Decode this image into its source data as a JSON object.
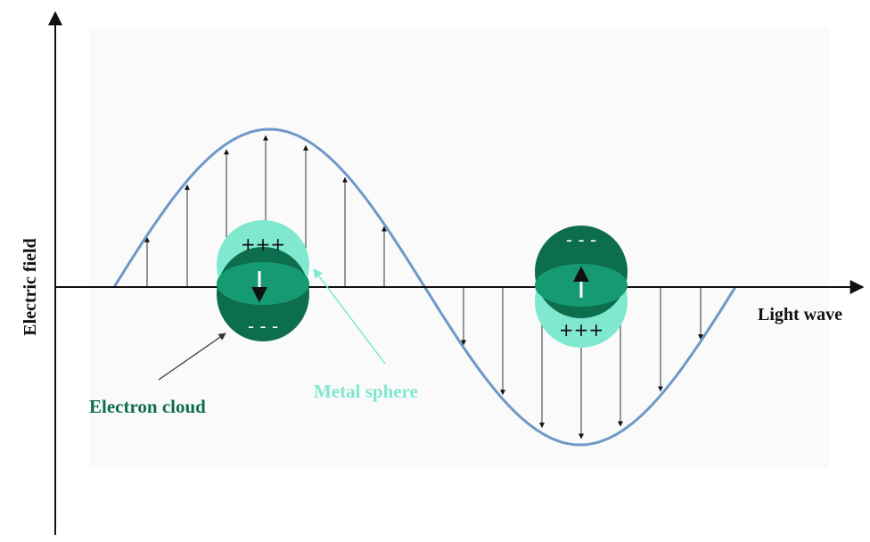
{
  "labels": {
    "y_axis": "Electric field",
    "x_axis": "Light wave",
    "electron_cloud": "Electron cloud",
    "metal_sphere": "Metal sphere"
  },
  "sphere_left": {
    "top_charge": "+++",
    "bottom_charge": "- - -"
  },
  "sphere_right": {
    "top_charge": "- - -",
    "bottom_charge": "+++"
  },
  "colors": {
    "wave": "#6f98c8",
    "electron_cloud": "#0d6e4e",
    "metal_sphere": "#7fe8cf",
    "sphere_body": "#169a72",
    "axis": "#111111"
  }
}
